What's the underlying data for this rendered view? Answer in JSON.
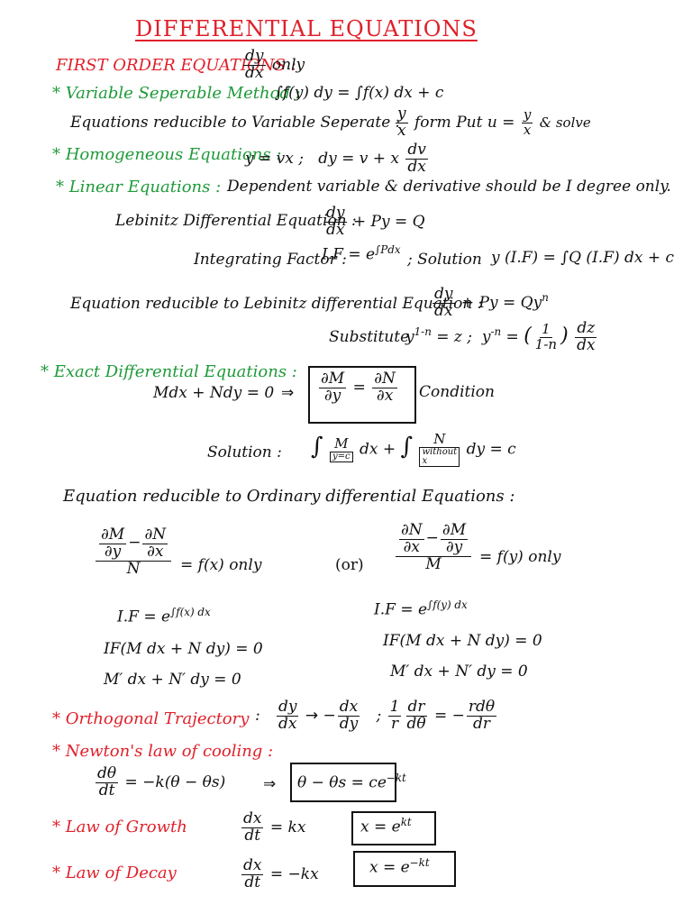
{
  "title": "DIFFERENTIAL EQUATIONS",
  "first_order": {
    "heading": "FIRST ORDER EQUATIONS :",
    "only_num": "dy",
    "only_den": "dx",
    "only": "only"
  },
  "variable_separable": {
    "heading": "* Variable Seperable Method :",
    "formula": "∫f(y) dy = ∫f(x) dx + c",
    "reducible": "Equations reducible to Variable Seperate :",
    "form_num": "y",
    "form_den": "x",
    "form_text": "form",
    "put": "Put u =",
    "put_num": "y",
    "put_den": "x",
    "solve": "& solve"
  },
  "homogeneous": {
    "heading": "* Homogeneous Equations :",
    "f1": "y = vx ;",
    "f2": "dy = v + x",
    "f2_num": "dv",
    "f2_den": "dx"
  },
  "linear": {
    "heading": "* Linear Equations :",
    "note": "Dependent variable & derivative should be I degree only.",
    "leibnitz": "Lebinitz Differential Equation :",
    "leib_num": "dy",
    "leib_den": "dx",
    "leib_rest": "+ Py = Q",
    "if_label": "Integrating Factor :",
    "if_formula": "I.F = e",
    "if_exp": "∫Pdx",
    "solution_label": "; Solution",
    "solution_formula": "y (I.F) = ∫Q (I.F) dx + c",
    "reducible": "Equation reducible to Lebinitz differential Equation :",
    "red_num": "dy",
    "red_den": "dx",
    "red_rest": "+ Py = Qy",
    "red_exp": "n",
    "substitute": "Substitute",
    "sub_f1": "y",
    "sub_f1_exp": "1-n",
    "sub_f1_rest": "= z ;",
    "sub_f2": "y",
    "sub_f2_exp": "-n",
    "sub_f2_eq": "=",
    "sub_one": "1",
    "sub_1n": "1-n",
    "sub_dz": "dz",
    "sub_dx": "dx"
  },
  "exact": {
    "heading": "* Exact Differential Equations :",
    "eq": "Mdx + Ndy = 0",
    "implies": "⇒",
    "dM": "∂M",
    "dy": "∂y",
    "eq_sign": "=",
    "dN": "∂N",
    "dx": "∂x",
    "condition": "Condition",
    "solution_label": "Solution :",
    "sol_int1": "∫",
    "sol_M": "M",
    "sol_ycon": "y=c",
    "sol_dx": "dx +",
    "sol_int2": "∫",
    "sol_N": "N",
    "sol_without": "without",
    "sol_x": "x",
    "sol_dy": "dy = c"
  },
  "ordinary": {
    "heading": "Equation reducible to Ordinary differential Equations :",
    "left_num_a": "∂M",
    "left_den_a": "∂y",
    "left_minus": "−",
    "left_num_b": "∂N",
    "left_den_b": "∂x",
    "left_den": "N",
    "left_eq": "= f(x) only",
    "or": "(or)",
    "right_num_a": "∂N",
    "right_den_a": "∂x",
    "right_minus": "−",
    "right_num_b": "∂M",
    "right_den_b": "∂y",
    "right_den": "M",
    "right_eq": "= f(y) only",
    "left_if": "I.F = e",
    "left_if_exp": "∫f(x) dx",
    "right_if": "I.F = e",
    "right_if_exp": "∫f(y) dx",
    "left_l2": "IF(M dx + N dy) = 0",
    "right_l2": "IF(M dx + N dy) = 0",
    "left_l3": "M′ dx + N′ dy = 0",
    "right_l3": "M′ dx + N′ dy = 0"
  },
  "orthogonal": {
    "heading": "* Orthogonal Trajectory",
    "colon": ":",
    "f1_num": "dy",
    "f1_den": "dx",
    "arrow": "→",
    "f2_minus": "−",
    "f2_num": "dx",
    "f2_den": "dy",
    "semicolon": ";",
    "f3_num": "1",
    "f3_den": "r",
    "f3b_num": "dr",
    "f3b_den": "dθ",
    "f3_eq": "= −",
    "f4_num": "rdθ",
    "f4_den": "dr"
  },
  "newton": {
    "heading": "* Newton's law of cooling :",
    "num": "dθ",
    "den": "dt",
    "rest": "= −k(θ − θs)",
    "implies": "⇒",
    "result": "θ − θs = ce",
    "result_exp": "−kt"
  },
  "growth": {
    "heading": "* Law of Growth",
    "num": "dx",
    "den": "dt",
    "rest": "= kx",
    "result": "x = e",
    "result_exp": "kt"
  },
  "decay": {
    "heading": "* Law of Decay",
    "num": "dx",
    "den": "dt",
    "rest": "= −kx",
    "result": "x = e",
    "result_exp": "−kt"
  },
  "colors": {
    "red": "#e0202a",
    "green": "#1f9a3a",
    "ink": "#111111"
  }
}
